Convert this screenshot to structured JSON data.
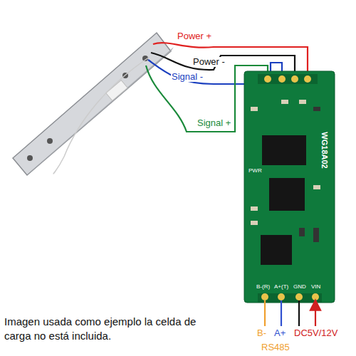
{
  "diagram": {
    "caption": "Imagen usada como ejemplo la celda de carga no está incluida.",
    "nodes": [
      {
        "text": [
          "WG18A02"
        ]
      }
    ],
    "labels": [
      "Power +",
      "Power -",
      "Signal -",
      "Signal +",
      "PWR",
      "B-(R)",
      "A+(T)",
      "GND",
      "VIN",
      "B-",
      "A+",
      "DC5V/12V",
      "RS485"
    ]
  }
}
